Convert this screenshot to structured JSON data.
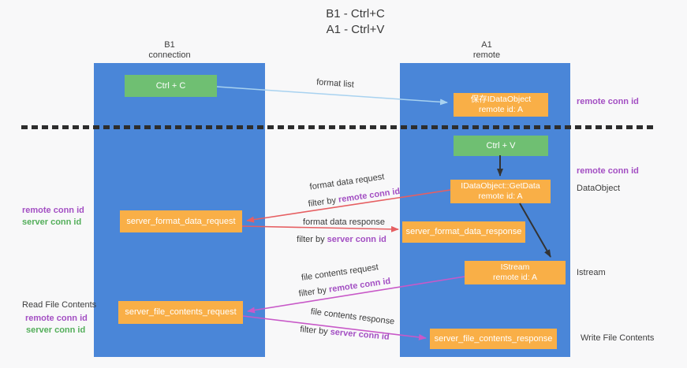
{
  "title": {
    "line1": "B1 - Ctrl+C",
    "line2": "A1 - Ctrl+V"
  },
  "lanes": {
    "left": {
      "name": "B1",
      "role": "connection"
    },
    "right": {
      "name": "A1",
      "role": "remote"
    }
  },
  "boxes": {
    "ctrl_c": {
      "label": "Ctrl + C"
    },
    "save_dataobject": {
      "line1": "保存IDataObject",
      "line2": "remote id: A"
    },
    "ctrl_v": {
      "label": "Ctrl + V"
    },
    "getdata": {
      "line1": "IDataObject::GetData",
      "line2": "remote id: A"
    },
    "format_request": {
      "label": "server_format_data_request"
    },
    "format_response": {
      "label": "server_format_data_response"
    },
    "istream": {
      "line1": "IStream",
      "line2": "remote id: A"
    },
    "file_request": {
      "label": "server_file_contents_request"
    },
    "file_response": {
      "label": "server_file_contents_response"
    }
  },
  "annotations": {
    "right": {
      "remote_conn_id_top": "remote conn id",
      "remote_conn_id_mid": "remote conn id",
      "dataobject": "DataObject",
      "istream": "Istream",
      "write_file_contents": "Write File Contents"
    },
    "left": {
      "remote_conn_id_mid": "remote conn id",
      "server_conn_id_mid": "server conn id",
      "read_file_contents": "Read File Contents",
      "remote_conn_id_bottom": "remote conn id",
      "server_conn_id_bottom": "server conn id"
    }
  },
  "arrows": {
    "format_list": {
      "label": "format list"
    },
    "format_data_request": {
      "label": "format data request",
      "filter_prefix": "filter by ",
      "filter_key": "remote conn id"
    },
    "format_data_response": {
      "label": "format data response",
      "filter_prefix": "filter by ",
      "filter_key": "server conn id"
    },
    "file_contents_request": {
      "label": "file contents request",
      "filter_prefix": "filter by ",
      "filter_key": "remote conn id"
    },
    "file_contents_response": {
      "label": "file contents response",
      "filter_prefix": "filter by ",
      "filter_key": "server conn id"
    }
  },
  "colors": {
    "lane_blue": "#4a86d8",
    "box_green": "#6fbf72",
    "box_orange": "#f9af47",
    "arrow_red": "#e65f62",
    "arrow_magenta": "#c859c8",
    "arrow_light_blue": "#a8d2f0",
    "arrow_black": "#333333",
    "label_purple": "#a34fc3",
    "label_green": "#53ae5a",
    "text_dark": "#3d3d3d",
    "background": "#f8f8f9"
  }
}
